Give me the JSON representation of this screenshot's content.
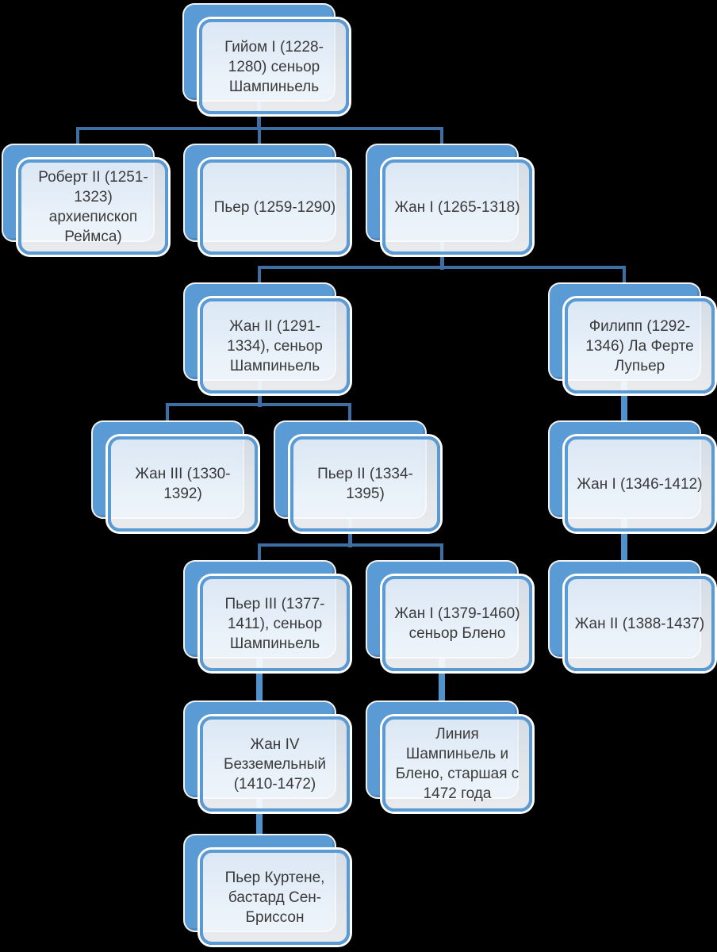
{
  "diagram": {
    "type": "family-tree-hierarchy",
    "language": "ru",
    "background": "#000000",
    "colors": {
      "node_shadow_fill": "#5B9BD5",
      "node_card_fill": "#EDF2F9",
      "node_border": "#5B9BD5",
      "node_outline": "#FFFFFF",
      "connector_elbow": "#3D6FA5",
      "connector_straight": "#4E93CE",
      "text": "#3A3A3A"
    },
    "nodes": {
      "guillaume_i": {
        "label": "Гийом I (1228-\n1280) сеньор\nШампиньель"
      },
      "robert_ii": {
        "label": "Роберт II (1251-\n1323)\nархиепископ\nРеймса)"
      },
      "pierre": {
        "label": "Пьер (1259-1290)"
      },
      "jean_i": {
        "label": "Жан I (1265-1318)"
      },
      "jean_ii": {
        "label": "Жан II (1291-\n1334), сеньор\nШампиньель"
      },
      "philippe": {
        "label": "Филипп (1292-\n1346) Ла Ферте\nЛупьер"
      },
      "jean_iii": {
        "label": "Жан III (1330-\n1392)"
      },
      "pierre_ii": {
        "label": "Пьер II (1334-\n1395)"
      },
      "jean_i_1346": {
        "label": "Жан I (1346-1412)"
      },
      "pierre_iii": {
        "label": "Пьер III (1377-\n1411), сеньор\nШампиньель"
      },
      "jean_i_bleno": {
        "label": "Жан I (1379-1460)\nсеньор Блено"
      },
      "jean_ii_1388": {
        "label": "Жан II (1388-1437)"
      },
      "jean_iv": {
        "label": "Жан IV\nБезземельный\n(1410-1472)"
      },
      "liniya": {
        "label": "Линия\nШампиньель и\nБлено, старшая с\n1472 года"
      },
      "pierre_courtenay": {
        "label": "Пьер Куртене,\nбастард Сен-\nБриссон"
      }
    },
    "edges": [
      {
        "from": "guillaume_i",
        "to": "robert_ii"
      },
      {
        "from": "guillaume_i",
        "to": "pierre"
      },
      {
        "from": "guillaume_i",
        "to": "jean_i"
      },
      {
        "from": "jean_i",
        "to": "jean_ii"
      },
      {
        "from": "jean_i",
        "to": "philippe"
      },
      {
        "from": "jean_ii",
        "to": "jean_iii"
      },
      {
        "from": "jean_ii",
        "to": "pierre_ii"
      },
      {
        "from": "philippe",
        "to": "jean_i_1346"
      },
      {
        "from": "jean_i_1346",
        "to": "jean_ii_1388"
      },
      {
        "from": "pierre_ii",
        "to": "pierre_iii"
      },
      {
        "from": "pierre_ii",
        "to": "jean_i_bleno"
      },
      {
        "from": "pierre_iii",
        "to": "jean_iv"
      },
      {
        "from": "jean_i_bleno",
        "to": "liniya"
      },
      {
        "from": "jean_iv",
        "to": "pierre_courtenay"
      }
    ]
  }
}
